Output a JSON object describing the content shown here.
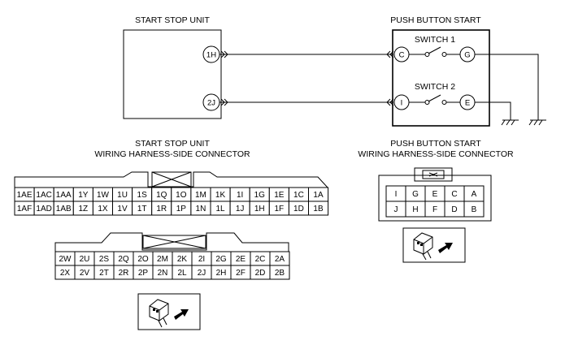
{
  "titles": {
    "ssu": "START STOP UNIT",
    "pbs": "PUSH BUTTON START",
    "ssu_conn_1": "START STOP UNIT",
    "ssu_conn_2": "WIRING HARNESS-SIDE CONNECTOR",
    "pbs_conn_1": "PUSH BUTTON START",
    "pbs_conn_2": "WIRING HARNESS-SIDE CONNECTOR"
  },
  "pins": {
    "ssu_1": "1H",
    "ssu_2": "2J",
    "pbs_c": "C",
    "pbs_g": "G",
    "pbs_i": "I",
    "pbs_e": "E"
  },
  "switches": {
    "sw1": "SWITCH 1",
    "sw2": "SWITCH 2"
  },
  "connectors": {
    "conn1_top": [
      "1AE",
      "1AC",
      "1AA",
      "1Y",
      "1W",
      "1U",
      "1S",
      "1Q",
      "1O",
      "1M",
      "1K",
      "1I",
      "1G",
      "1E",
      "1C",
      "1A"
    ],
    "conn1_bottom": [
      "1AF",
      "1AD",
      "1AB",
      "1Z",
      "1X",
      "1V",
      "1T",
      "1R",
      "1P",
      "1N",
      "1L",
      "1J",
      "1H",
      "1F",
      "1D",
      "1B"
    ],
    "conn2_top": [
      "2W",
      "2U",
      "2S",
      "2Q",
      "2O",
      "2M",
      "2K",
      "2I",
      "2G",
      "2E",
      "2C",
      "2A"
    ],
    "conn2_bottom": [
      "2X",
      "2V",
      "2T",
      "2R",
      "2P",
      "2N",
      "2L",
      "2J",
      "2H",
      "2F",
      "2D",
      "2B"
    ],
    "conn3_top": [
      "I",
      "G",
      "E",
      "C",
      "A"
    ],
    "conn3_bottom": [
      "J",
      "H",
      "F",
      "D",
      "B"
    ]
  }
}
